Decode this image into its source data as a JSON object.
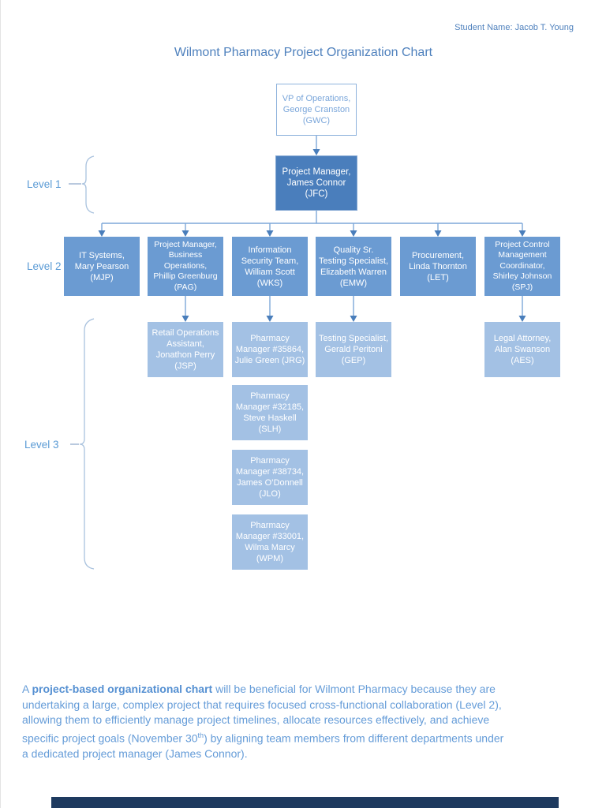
{
  "page": {
    "student_name": "Student Name: Jacob T. Young",
    "title": "Wilmont Pharmacy Project Organization Chart"
  },
  "levels": {
    "level1_label": "Level 1",
    "level2_label": "Level 2",
    "level3_label": "Level 3"
  },
  "org_chart": {
    "root": {
      "label": "VP of Operations,\nGeorge Cranston\n(GWC)"
    },
    "level1": {
      "label": "Project Manager,\nJames Connor\n(JFC)"
    },
    "level2": [
      {
        "label": "IT Systems,\nMary Pearson\n(MJP)"
      },
      {
        "label": "Project Manager,\nBusiness\nOperations,\nPhillip Greenburg\n(PAG)"
      },
      {
        "label": "Information\nSecurity Team,\nWilliam Scott\n(WKS)"
      },
      {
        "label": "Quality Sr.\nTesting Specialist,\nElizabeth Warren\n(EMW)"
      },
      {
        "label": "Procurement,\nLinda Thornton\n(LET)"
      },
      {
        "label": "Project Control\nManagement\nCoordinator,\nShirley Johnson\n(SPJ)"
      }
    ],
    "level3": [
      {
        "label": "Retail Operations\nAssistant,\nJonathon Perry\n(JSP)"
      },
      {
        "label": "Pharmacy\nManager #35864,\nJulie Green (JRG)"
      },
      {
        "label": "Testing Specialist,\nGerald Peritoni\n(GEP)"
      },
      {
        "label": "Legal Attorney,\nAlan Swanson\n(AES)"
      },
      {
        "label": "Pharmacy\nManager #32185,\nSteve Haskell\n(SLH)"
      },
      {
        "label": "Pharmacy\nManager #38734,\nJames O’Donnell\n(JLO)"
      },
      {
        "label": "Pharmacy\nManager #33001,\nWilma Marcy\n(WPM)"
      }
    ]
  },
  "paragraph": {
    "part1": "A ",
    "bold": "project-based organizational chart",
    "part2": " will be beneficial for Wilmont Pharmacy because they are undertaking a large, complex project that requires focused cross-functional collaboration (Level 2), allowing them to efficiently manage project timelines, allocate resources effectively, and achieve specific project goals (November 30",
    "superscript": "th",
    "part3": ")  by aligning team members from different departments under a dedicated project manager (James Connor)."
  },
  "colors": {
    "title_text": "#4f81bd",
    "level1_fill": "#4a7ebc",
    "level2_fill": "#6b9bd2",
    "level3_fill": "#a3c1e4",
    "root_border": "#8fb3dc",
    "connector_line": "#7da7d9",
    "arrowhead": "#4a7ebb",
    "paragraph_text": "#659cd8",
    "footer_bar": "#1e3a5f"
  }
}
